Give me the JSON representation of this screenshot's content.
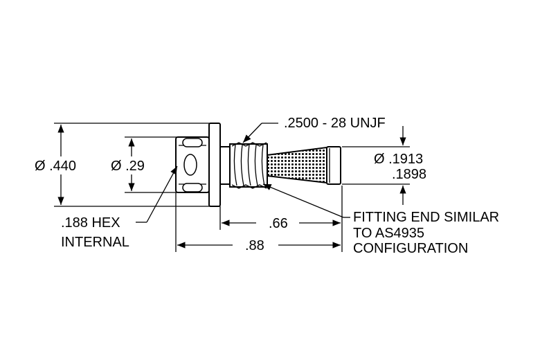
{
  "dimensions": {
    "flange_diameter": "Ø .440",
    "hex_body_diameter": "Ø .29",
    "thread_spec": ".2500 - 28 UNJF",
    "tip_diameter_max": "Ø .1913",
    "tip_diameter_min": ".1898",
    "hex_internal_line1": ".188 HEX",
    "hex_internal_line2": "INTERNAL",
    "thread_length": ".66",
    "overall_length": ".88"
  },
  "notes": {
    "fitting_line1": "FITTING END SIMILAR",
    "fitting_line2": "TO AS4935",
    "fitting_line3": "CONFIGURATION"
  }
}
